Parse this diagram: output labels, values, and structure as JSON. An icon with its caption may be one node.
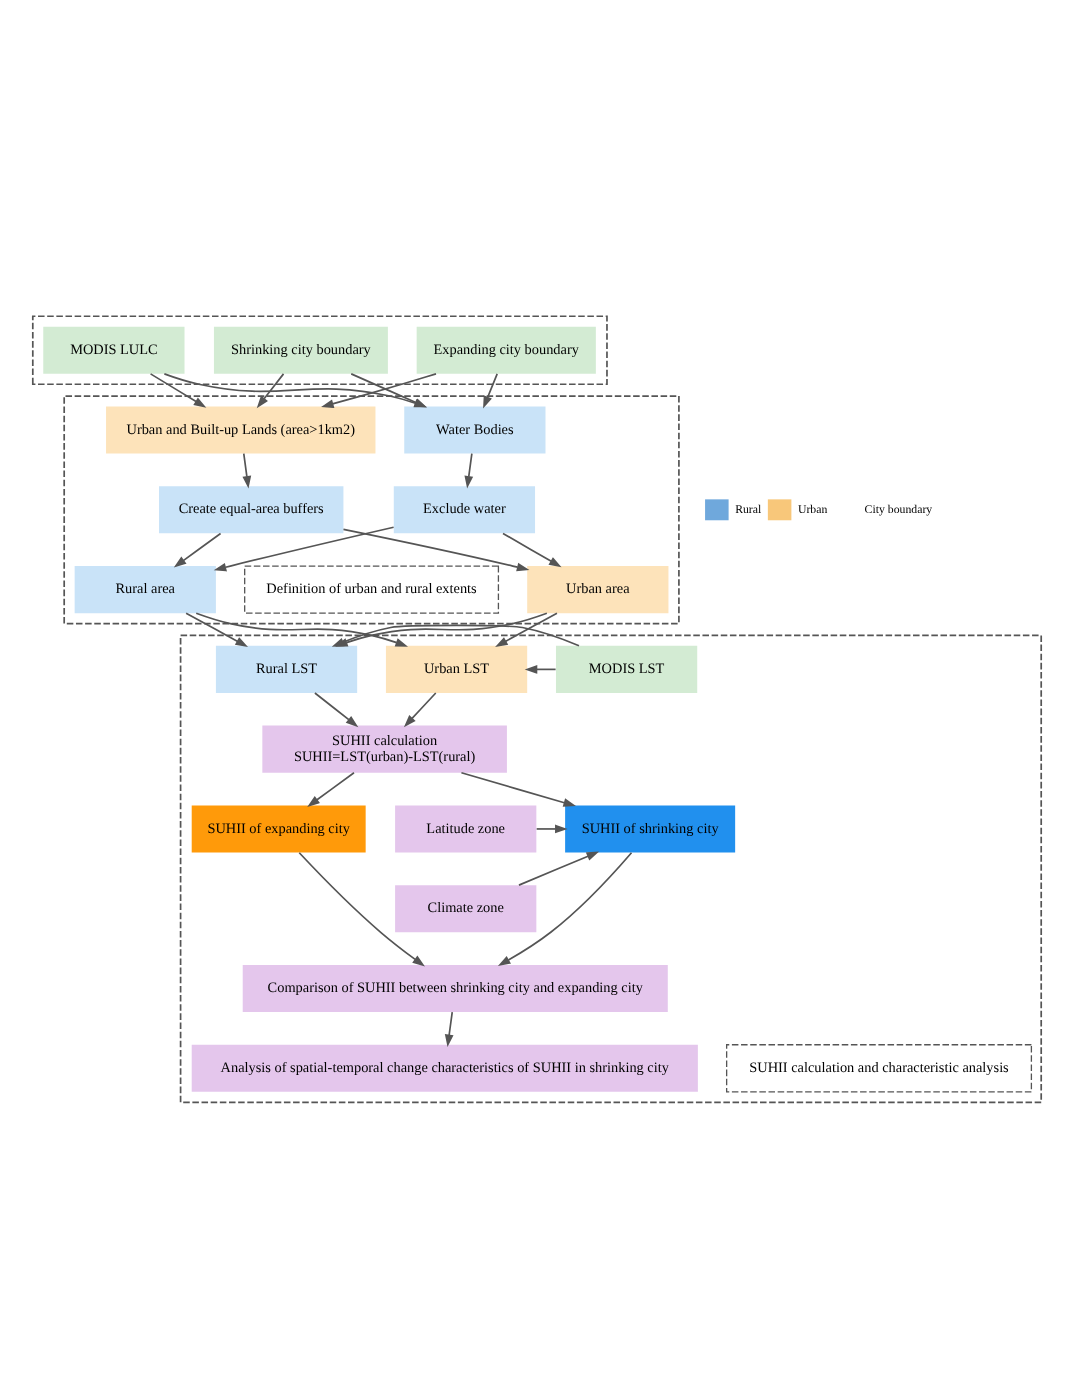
{
  "diagram": {
    "nodes": [
      {
        "text": [],
        "shape": "box"
      },
      {
        "text": [
          "Expanding city boundary"
        ],
        "in": 0
      },
      {
        "text": [
          "MODIS LULC"
        ],
        "in": 0
      },
      {
        "text": [
          "Shrinking city boundary"
        ],
        "in": 0
      },
      {
        "text": [],
        "shape": "box"
      },
      {
        "text": [
          "Urban and Built-up Lands (area>1km2)"
        ],
        "in": 4
      },
      {
        "text": [
          "Water Bodies"
        ],
        "in": 4
      },
      {
        "text": [
          "Create equal-area buffers"
        ],
        "in": 4
      },
      {
        "text": [
          "Exclude water"
        ],
        "in": 4
      },
      {
        "text": [
          "Urban area"
        ],
        "in": 4
      },
      {
        "text": [
          "Rural area"
        ],
        "in": 4
      },
      {
        "text": [
          "Definition of urban and rural extents"
        ],
        "in": 4
      },
      {
        "text": [],
        "shape": "box"
      },
      {
        "text": [
          "MODIS LST"
        ],
        "in": 12
      },
      {
        "text": [
          "Urban LST"
        ],
        "in": 12
      },
      {
        "text": [
          "Rural LST"
        ],
        "in": 12
      },
      {
        "text": [
          "SUHII calculation",
          "SUHII=LST(urban)-LST(rural)"
        ],
        "in": 12
      },
      {
        "text": [
          "SUHII of expanding city"
        ],
        "in": 12
      },
      {
        "text": [
          "SUHII of shrinking city"
        ],
        "in": 12
      },
      {
        "text": [
          "Latitude zone"
        ],
        "in": 12
      },
      {
        "text": [
          "Climate zone"
        ],
        "in": 12
      },
      {
        "text": [
          "Comparison of SUHII between shrinking city and expanding city"
        ],
        "in": 12
      },
      {
        "text": [
          "Analysis of spatial-temporal change characteristics of SUHII in shrinking city"
        ],
        "in": 12
      },
      {
        "text": [
          "SUHII calculation and characteristic analysis"
        ],
        "in": 12
      }
    ],
    "edges": [
      {
        "from": 1,
        "to": 5,
        "arrow": "to"
      },
      {
        "from": 1,
        "to": 6,
        "arrow": "to"
      },
      {
        "from": 2,
        "to": 5,
        "arrow": "to"
      },
      {
        "from": 2,
        "to": 6,
        "arrow": "to"
      },
      {
        "from": 3,
        "to": 5,
        "arrow": "to"
      },
      {
        "from": 3,
        "to": 6,
        "arrow": "to"
      },
      {
        "from": 5,
        "to": 7,
        "arrow": "to"
      },
      {
        "from": 6,
        "to": 8,
        "arrow": "to"
      },
      {
        "from": 7,
        "to": 9,
        "arrow": "to"
      },
      {
        "from": 7,
        "to": 10,
        "arrow": "to"
      },
      {
        "from": 8,
        "to": 9,
        "arrow": "to"
      },
      {
        "from": 8,
        "to": 10,
        "arrow": "to"
      },
      {
        "from": 9,
        "to": 14,
        "arrow": "to"
      },
      {
        "from": 9,
        "to": 15,
        "arrow": "to"
      },
      {
        "from": 10,
        "to": 14,
        "arrow": "to"
      },
      {
        "from": 10,
        "to": 15,
        "arrow": "to"
      },
      {
        "from": 13,
        "to": 14,
        "arrow": "to"
      },
      {
        "from": 13,
        "to": 15,
        "arrow": "to"
      },
      {
        "from": 14,
        "to": 16,
        "arrow": "to"
      },
      {
        "from": 15,
        "to": 16,
        "arrow": "to"
      },
      {
        "from": 16,
        "to": 17,
        "arrow": "to"
      },
      {
        "from": 16,
        "to": 18,
        "arrow": "to"
      },
      {
        "from": 19,
        "to": 18,
        "arrow": "to"
      },
      {
        "from": 20,
        "to": 18,
        "arrow": "to"
      },
      {
        "from": 17,
        "to": 21,
        "arrow": "to"
      },
      {
        "from": 18,
        "to": 21,
        "arrow": "to"
      },
      {
        "from": 21,
        "to": 22,
        "arrow": "to"
      }
    ],
    "legend": [
      {
        "text": "Rural",
        "color": "#6fa8dc"
      },
      {
        "text": "Urban",
        "color": "#f8c77a"
      },
      {
        "text": "City boundary"
      }
    ]
  }
}
